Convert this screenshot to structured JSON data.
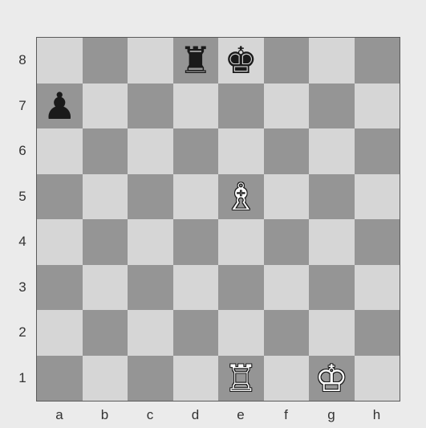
{
  "board": {
    "files": [
      "a",
      "b",
      "c",
      "d",
      "e",
      "f",
      "g",
      "h"
    ],
    "ranks": [
      "8",
      "7",
      "6",
      "5",
      "4",
      "3",
      "2",
      "1"
    ],
    "colors": {
      "light": "#d6d6d6",
      "dark": "#959595"
    },
    "pieces": [
      {
        "square": "d8",
        "color": "black",
        "type": "rook",
        "glyph": "♜",
        "icon": "black-rook-icon"
      },
      {
        "square": "e8",
        "color": "black",
        "type": "king",
        "glyph": "♚",
        "icon": "black-king-icon"
      },
      {
        "square": "a7",
        "color": "black",
        "type": "pawn",
        "glyph": "♟",
        "icon": "black-pawn-icon"
      },
      {
        "square": "e5",
        "color": "white",
        "type": "bishop",
        "glyph": "♗",
        "icon": "white-bishop-icon"
      },
      {
        "square": "e1",
        "color": "white",
        "type": "rook",
        "glyph": "♖",
        "icon": "white-rook-icon"
      },
      {
        "square": "g1",
        "color": "white",
        "type": "king",
        "glyph": "♔",
        "icon": "white-king-icon"
      }
    ]
  }
}
